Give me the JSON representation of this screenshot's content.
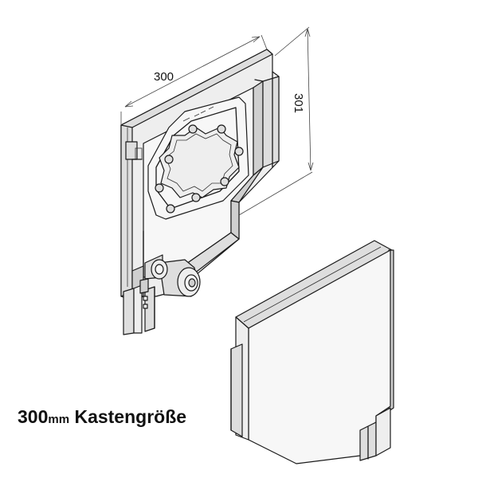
{
  "dimensions": {
    "width_label": "300",
    "height_label": "301"
  },
  "caption": {
    "value": "300",
    "unit": "mm",
    "text": " Kastengröße"
  }
}
